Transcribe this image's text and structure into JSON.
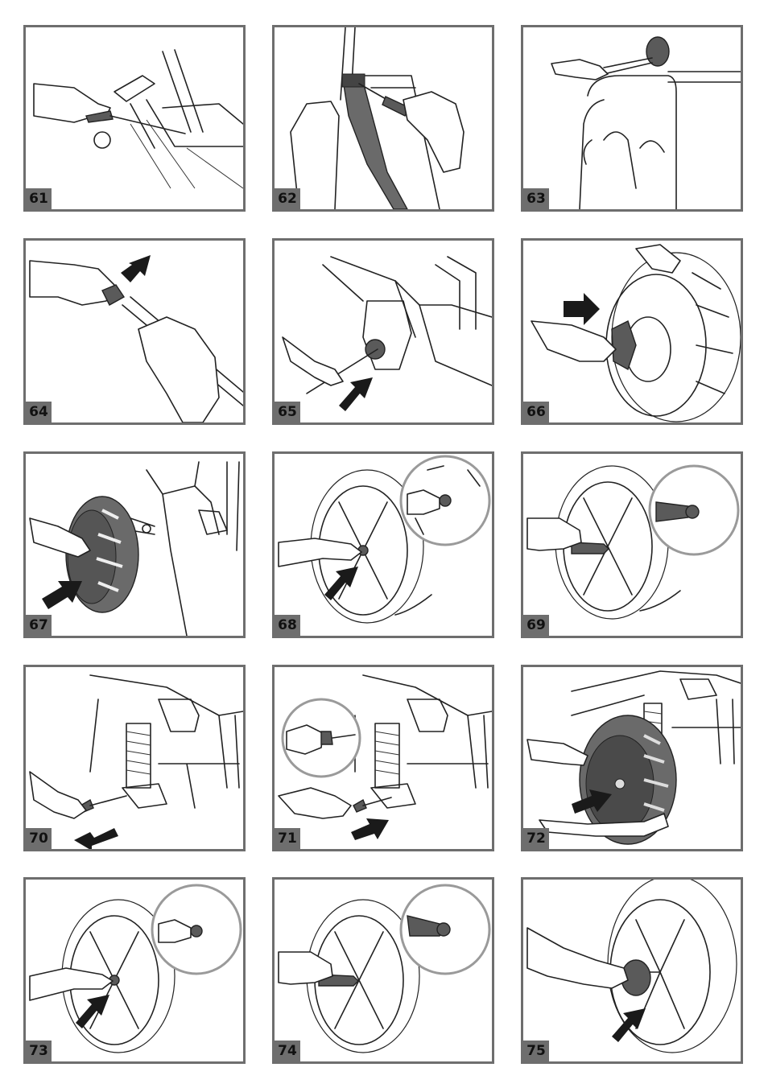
{
  "panels": [
    {
      "number": "61",
      "subject": "steering-rod"
    },
    {
      "number": "62",
      "subject": "seat-belt"
    },
    {
      "number": "63",
      "subject": "roll-bar-mirror"
    },
    {
      "number": "64",
      "subject": "pin-push"
    },
    {
      "number": "65",
      "subject": "rear-axle"
    },
    {
      "number": "66",
      "subject": "hub-insert"
    },
    {
      "number": "67",
      "subject": "wheel-mount"
    },
    {
      "number": "68",
      "subject": "wheel-nut"
    },
    {
      "number": "69",
      "subject": "wheel-wrench"
    },
    {
      "number": "70",
      "subject": "front-axle-pull"
    },
    {
      "number": "71",
      "subject": "front-axle-push"
    },
    {
      "number": "72",
      "subject": "front-wheel-mount"
    },
    {
      "number": "73",
      "subject": "front-wheel-nut"
    },
    {
      "number": "74",
      "subject": "front-wheel-wrench"
    },
    {
      "number": "75",
      "subject": "hubcap"
    }
  ],
  "colors": {
    "frame": "#6e6e6e",
    "fill_dark": "#5a5a5a",
    "arrow": "#1a1a1a"
  }
}
